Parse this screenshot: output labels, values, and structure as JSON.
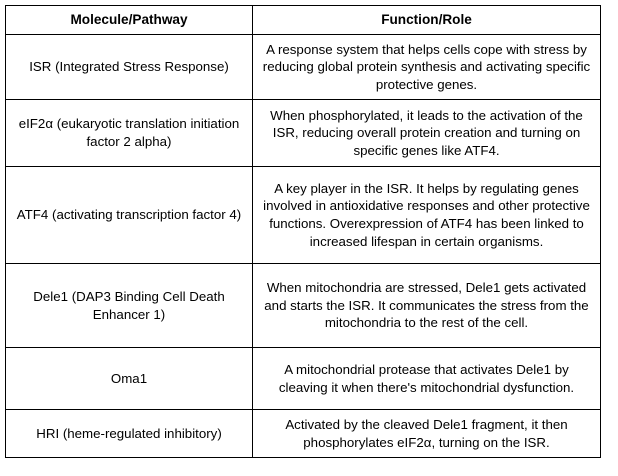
{
  "table": {
    "columns": [
      "Molecule/Pathway",
      "Function/Role"
    ],
    "rows": [
      {
        "molecule": "ISR (Integrated Stress Response)",
        "function": "A response system that helps cells cope with stress by reducing global protein synthesis and activating specific protective genes."
      },
      {
        "molecule": "eIF2α (eukaryotic translation initiation factor 2 alpha)",
        "function": "When phosphorylated, it leads to the activation of the ISR, reducing overall protein creation and turning on specific genes like ATF4."
      },
      {
        "molecule": "ATF4 (activating transcription factor 4)",
        "function": "A key player in the ISR. It helps by regulating genes involved in antioxidative responses and other protective functions. Overexpression of ATF4 has been linked to increased lifespan in certain organisms."
      },
      {
        "molecule": "Dele1 (DAP3 Binding Cell Death Enhancer 1)",
        "function": "When mitochondria are stressed, Dele1 gets activated and starts the ISR. It communicates the stress from the mitochondria to the rest of the cell."
      },
      {
        "molecule": "Oma1",
        "function": "A mitochondrial protease that activates Dele1 by cleaving it when there's mitochondrial dysfunction."
      },
      {
        "molecule": "HRI (heme-regulated inhibitory)",
        "function": "Activated by the cleaved Dele1 fragment, it then phosphorylates eIF2α, turning on the ISR."
      }
    ]
  },
  "colors": {
    "border": "#000000",
    "text": "#000000",
    "background": "#ffffff"
  }
}
